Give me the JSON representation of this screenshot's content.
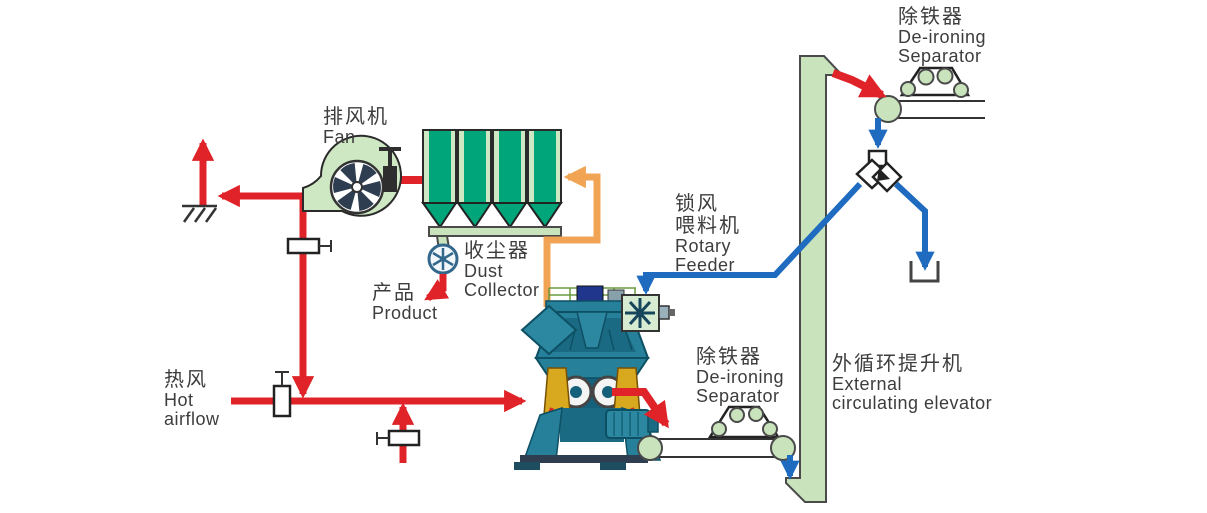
{
  "diagram": {
    "type": "process-flow-diagram",
    "subject": "vertical roller mill grinding circuit",
    "labels": {
      "fan": {
        "cn": "排风机",
        "en": "Fan"
      },
      "dust_collector": {
        "cn": "收尘器",
        "en1": "Dust",
        "en2": "Collector"
      },
      "product": {
        "cn": "产品",
        "en": "Product"
      },
      "hot_airflow": {
        "cn": "热风",
        "en1": "Hot",
        "en2": "airflow"
      },
      "rotary_feeder": {
        "cn1": "锁风",
        "cn2": "喂料机",
        "en1": "Rotary",
        "en2": "Feeder"
      },
      "deironing_top": {
        "cn": "除铁器",
        "en1": "De-ironing",
        "en2": "Separator"
      },
      "deironing_bottom": {
        "cn": "除铁器",
        "en1": "De-ironing",
        "en2": "Separator"
      },
      "elevator": {
        "cn": "外循环提升机",
        "en1": "External",
        "en2": "circulating elevator"
      }
    },
    "machines": {
      "exhaust_stack": "exhaust-stack-icon",
      "exhaust_fan": "centrifugal-fan-icon",
      "dust_collector": "bag-dust-collector-icon",
      "rotary_valve": "rotary-discharge-valve-icon",
      "vertical_mill": "vertical-roller-mill-icon",
      "rotary_feeder": "rotary-feeder-icon",
      "diverter": "two-way-diverter-valve-icon",
      "deironing_separator_top": "magnetic-separator-icon",
      "deironing_separator_bottom": "magnetic-separator-icon",
      "belt_conveyor_top": "belt-conveyor-icon",
      "belt_conveyor_bottom": "belt-conveyor-icon",
      "bucket_elevator": "bucket-elevator-column-icon",
      "reject_bin": "reject-bin-icon",
      "dampers": "damper-valve-icon"
    },
    "colors": {
      "c-red": "#e02328",
      "c-blue": "#1e6bc0",
      "c-orange": "#f2a455",
      "c-lgreen": "#cfe8c4",
      "c-elev": "#c9e4bd",
      "c-dgreen": "#00a67a",
      "c-teal": "#26809a",
      "c-teal-dark": "#15607a",
      "c-yellow": "#d8a81e",
      "c-text": "#3d3d3d"
    }
  }
}
